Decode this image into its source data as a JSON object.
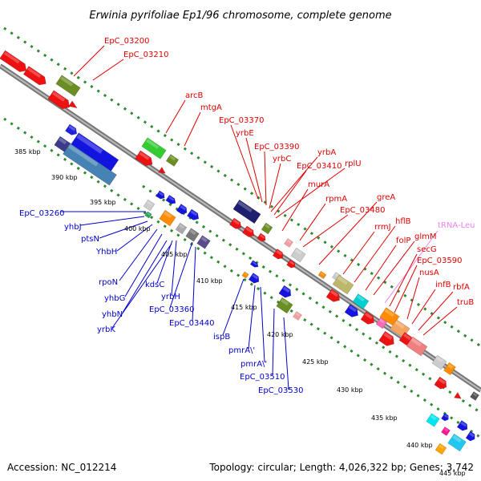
{
  "title": "Erwinia pyrifoliae Ep1/96 chromosome, complete genome",
  "accession_text": "Accession: NC_012214",
  "summary_text": "Topology: circular; Length: 4,026,322 bp; Genes: 3,742",
  "ticks": [
    "385 kbp",
    "390 kbp",
    "395 kbp",
    "400 kbp",
    "405 kbp",
    "410 kbp",
    "415 kbp",
    "420 kbp",
    "425 kbp",
    "430 kbp",
    "435 kbp",
    "440 kbp",
    "445 kbp"
  ],
  "forward_labels": [
    "EpC_03200",
    "EpC_03210",
    "arcB",
    "mtgA",
    "EpC_03370",
    "yrbE",
    "yrbC",
    "EpC_03390",
    "yrbA",
    "EpC_03410",
    "rplU",
    "murA",
    "rpmA",
    "EpC_03480",
    "greA",
    "rrmJ",
    "hflB",
    "folP",
    "glmM",
    "tRNA-Leu",
    "secG",
    "EpC_03590",
    "nusA",
    "infB",
    "rbfA",
    "truB"
  ],
  "reverse_labels": [
    "EpC_03260",
    "yhbJ",
    "ptsN",
    "YhbH",
    "rpoN",
    "yhbG",
    "kdsC",
    "yhbN",
    "yrbK",
    "yrbH",
    "EpC_03360",
    "EpC_03440",
    "ispB",
    "pmrA\\'",
    "pmrA\\'",
    "EpC_03510",
    "EpC_03530"
  ],
  "colors": {
    "forward_label": "#e00000",
    "reverse_label": "#0000cc",
    "trna_label": "#ee82ee",
    "backbone": "#888888",
    "dots": "#2e8b2e"
  }
}
